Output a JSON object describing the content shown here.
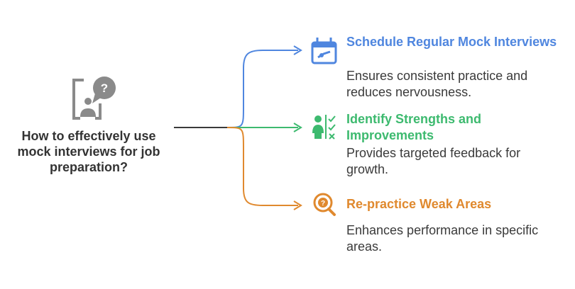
{
  "root": {
    "label": "How to effectively use mock interviews for job preparation?",
    "icon": "interview-question-icon",
    "color": "#8a8a8a"
  },
  "branches": [
    {
      "title": "Schedule Regular Mock Interviews",
      "description": "Ensures consistent practice and reduces nervousness.",
      "icon": "calendar-icon",
      "color": "#4f86df"
    },
    {
      "title": "Identify Strengths and Improvements",
      "description": "Provides targeted feedback for growth.",
      "icon": "checklist-person-icon",
      "color": "#3dba6f"
    },
    {
      "title": "Re-practice Weak Areas",
      "description": "Enhances performance in specific areas.",
      "icon": "magnifier-question-icon",
      "color": "#e0892e"
    }
  ]
}
